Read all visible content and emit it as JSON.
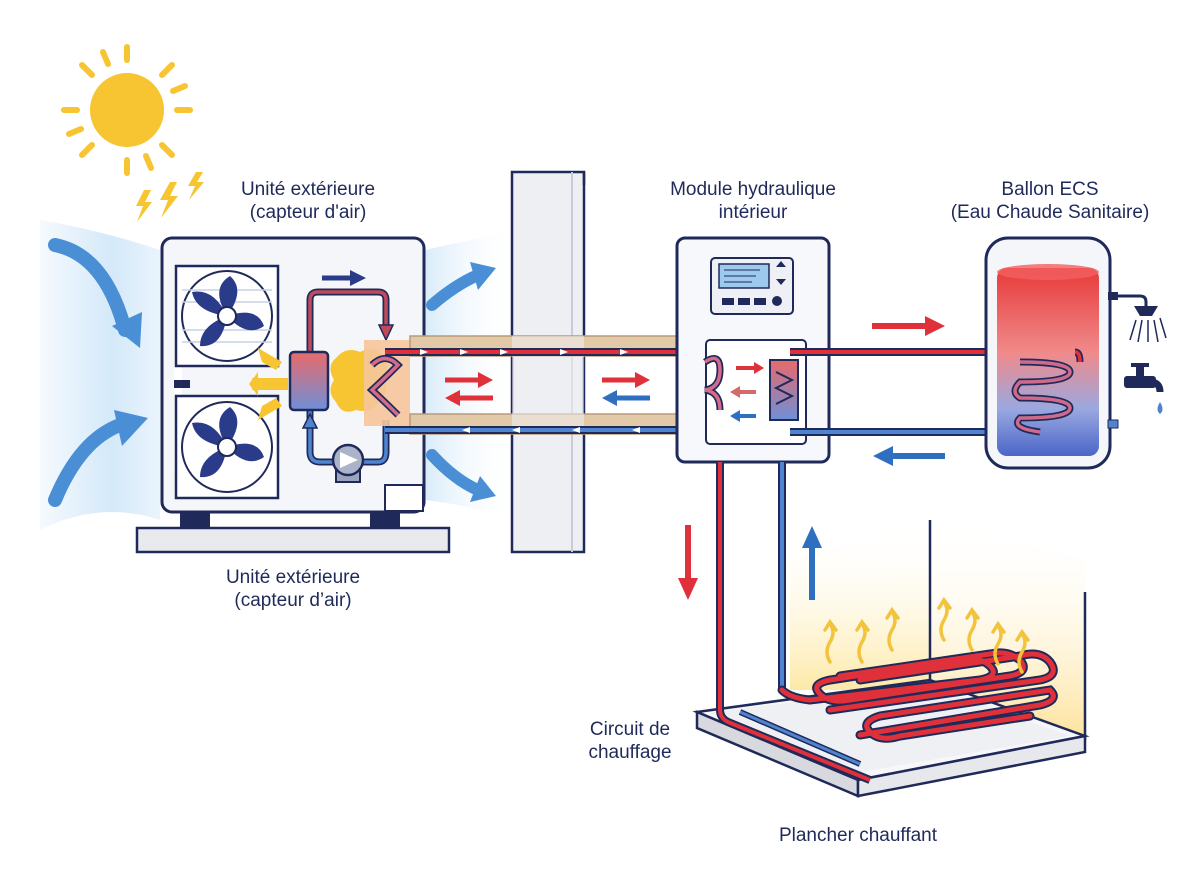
{
  "labels": {
    "outdoor_top": {
      "line1": "Unité extérieure",
      "line2": "(capteur d'air)"
    },
    "outdoor_bottom": {
      "line1": "Unité extérieure",
      "line2": "(capteur d’air)"
    },
    "hydraulic": {
      "line1": "Module hydraulique",
      "line2": "intérieur"
    },
    "tank": {
      "line1": "Ballon ECS",
      "line2": "(Eau Chaude Sanitaire)"
    },
    "circuit": {
      "line1": "Circuit de",
      "line2": "chauffage"
    },
    "floor": {
      "line1": "Plancher chauffant"
    }
  },
  "icons": [
    "sun-icon",
    "lightning-icon",
    "fan-icon",
    "pump-icon",
    "thermostat-display-icon",
    "shower-icon",
    "faucet-icon",
    "heat-wave-icon"
  ],
  "colors": {
    "hot": "#e0313a",
    "cold": "#2f6fc0",
    "navy": "#1f2a5a",
    "sun": "#f6c531",
    "air": "#5aa7e0",
    "glow": "#fbe49a"
  }
}
